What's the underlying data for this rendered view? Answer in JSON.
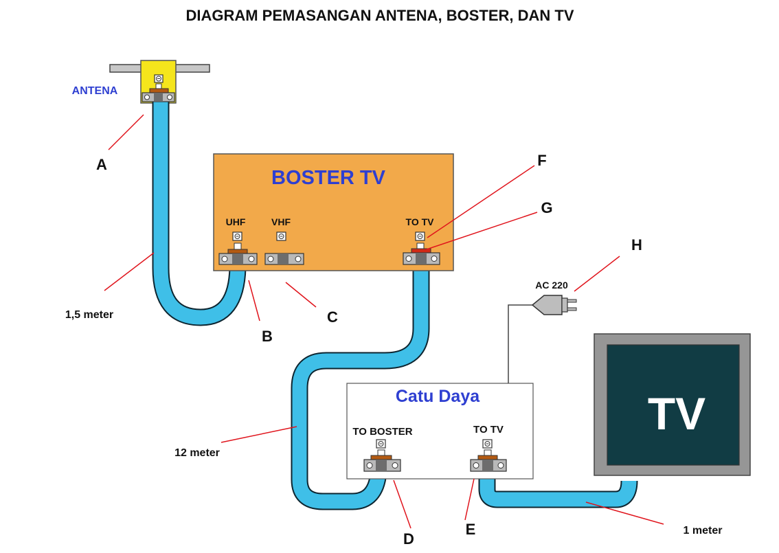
{
  "title": "DIAGRAM PEMASANGAN ANTENA, BOSTER, DAN TV",
  "antenna": {
    "label": "ANTENA"
  },
  "booster": {
    "title": "BOSTER TV",
    "port_uhf": "UHF",
    "port_vhf": "VHF",
    "port_to_tv": "TO TV"
  },
  "power_supply": {
    "title": "Catu Daya",
    "port_to_booster": "TO BOSTER",
    "port_to_tv": "TO TV"
  },
  "plug": {
    "label": "AC 220"
  },
  "tv": {
    "label": "TV"
  },
  "cable_lengths": {
    "antenna_to_booster": "1,5 meter",
    "booster_to_supply": "12 meter",
    "supply_to_tv": "1 meter"
  },
  "callouts": {
    "a": "A",
    "b": "B",
    "c": "C",
    "d": "D",
    "e": "E",
    "f": "F",
    "g": "G",
    "h": "H"
  },
  "colors": {
    "cable": "#3fbfe8",
    "cable_dark": "#0d2530",
    "booster_fill": "#f2a94a",
    "antenna_fill": "#f5e51c",
    "connector": "#b9b9b9",
    "tv_frame": "#969696",
    "tv_screen": "#113c44",
    "leader": "#e0141c",
    "title_blue": "#2e3fd1",
    "connector_ring": "#b35a12",
    "connector_ring_red": "#d02a16"
  }
}
